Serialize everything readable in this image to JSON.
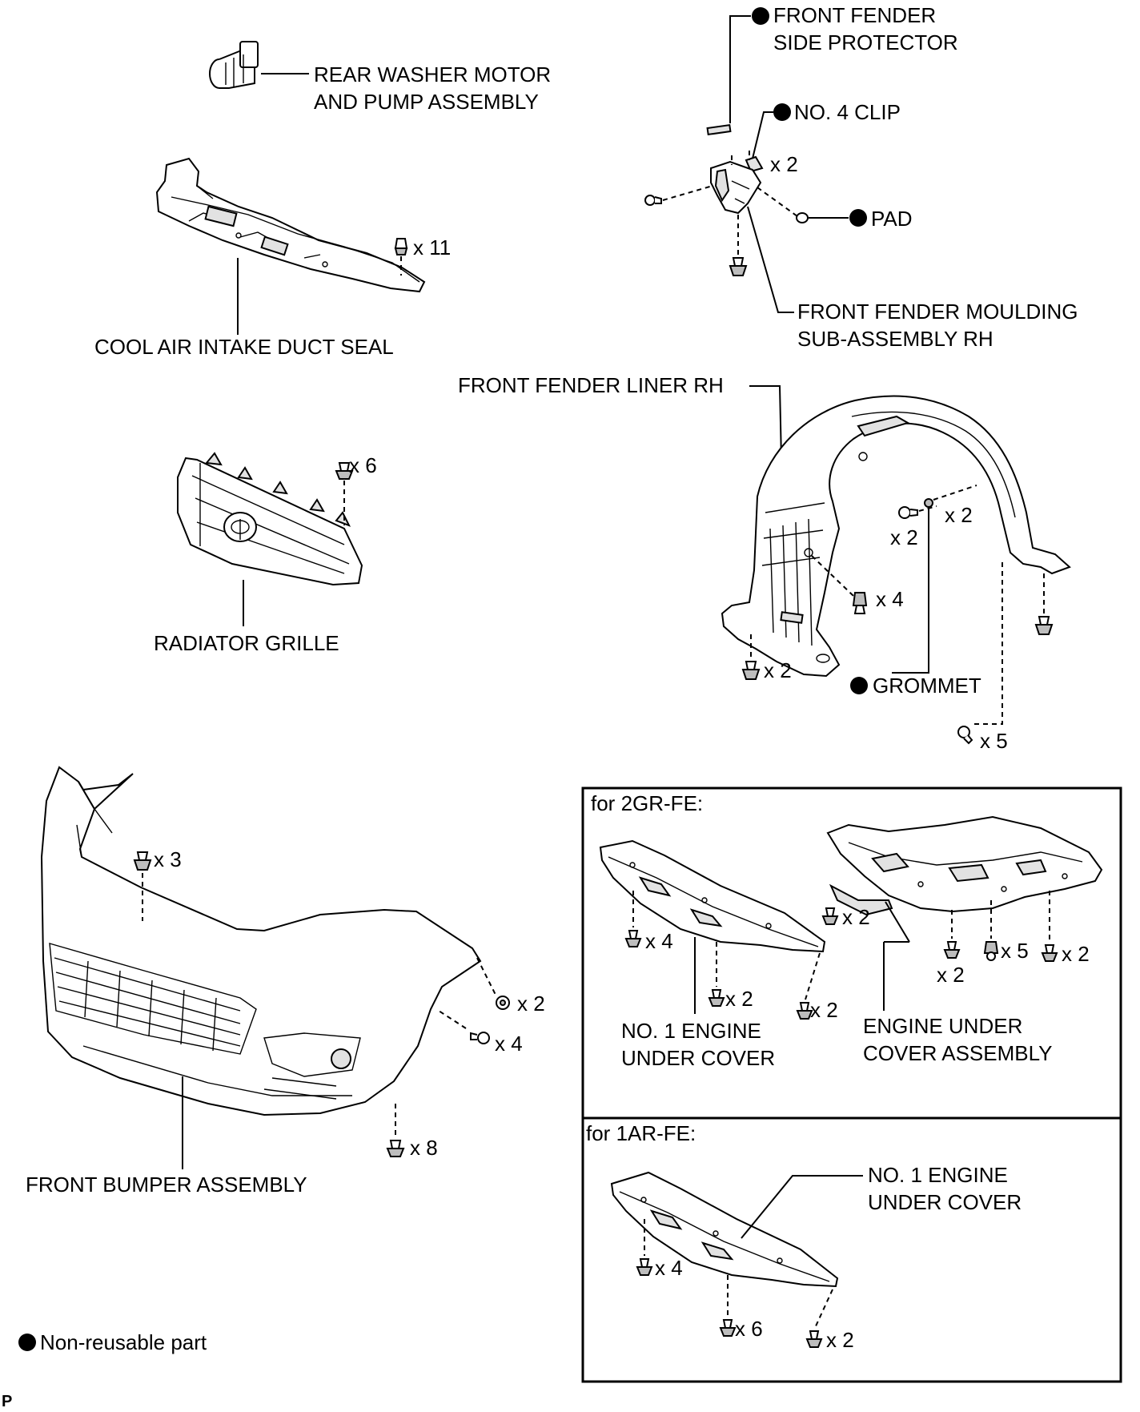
{
  "labels": {
    "rear_washer_1": "REAR WASHER MOTOR",
    "rear_washer_2": "AND PUMP ASSEMBLY",
    "side_protector_1": "FRONT FENDER",
    "side_protector_2": "SIDE PROTECTOR",
    "no4_clip": "NO. 4 CLIP",
    "pad": "PAD",
    "moulding_1": "FRONT FENDER MOULDING",
    "moulding_2": "SUB-ASSEMBLY RH",
    "duct_seal": "COOL AIR INTAKE DUCT SEAL",
    "fender_liner": "FRONT FENDER LINER RH",
    "grommet": "GROMMET",
    "radiator_grille": "RADIATOR GRILLE",
    "front_bumper": "FRONT BUMPER ASSEMBLY",
    "for_2gr": "for 2GR-FE:",
    "no1_cover_1": "NO. 1 ENGINE",
    "no1_cover_2": "UNDER COVER",
    "engine_cover_1": "ENGINE UNDER",
    "engine_cover_2": "COVER ASSEMBLY",
    "for_1ar": "for 1AR-FE:",
    "no1_cover_b_1": "NO. 1 ENGINE",
    "no1_cover_b_2": "UNDER COVER",
    "legend": "Non-reusable part",
    "page_code": "P"
  },
  "quantities": {
    "clip_x2": "x 2",
    "duct_x11": "x 11",
    "grille_x6": "x 6",
    "liner_x2a": "x 2",
    "liner_x2b": "x 2",
    "liner_x4": "x 4",
    "liner_x2c": "x 2",
    "liner_x5": "x 5",
    "bumper_x3": "x 3",
    "bumper_x2": "x 2",
    "bumper_x4": "x 4",
    "bumper_x8": "x 8",
    "gr_x4": "x 4",
    "gr_x2a": "x 2",
    "gr_x2b": "x 2",
    "gr_x2c": "x 2",
    "gr_x2d": "x 2",
    "gr_x5": "x 5",
    "gr_x2e": "x 2",
    "ar_x4": "x 4",
    "ar_x6": "x 6",
    "ar_x2": "x 2"
  },
  "colors": {
    "ink": "#000000",
    "paper": "#ffffff",
    "shade": "#e2e2e2"
  },
  "icons": {
    "non_reusable": "filled-circle"
  }
}
